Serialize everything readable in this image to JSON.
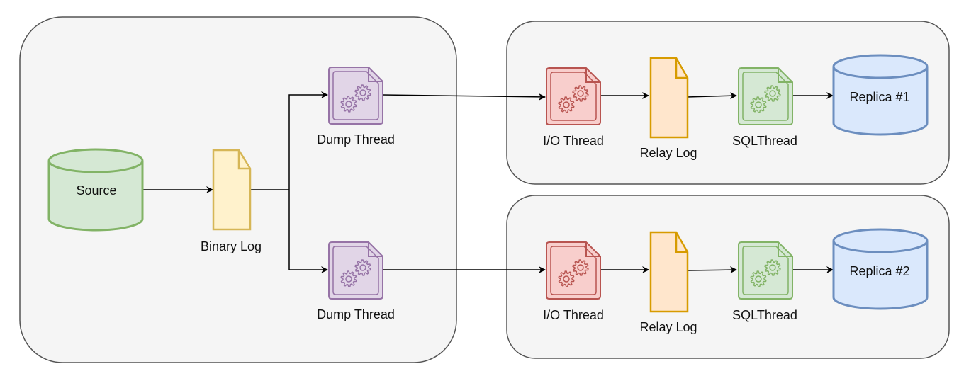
{
  "source": {
    "label": "Source"
  },
  "binary_log": {
    "label": "Binary Log"
  },
  "dump_threads": [
    {
      "label": "Dump Thread"
    },
    {
      "label": "Dump Thread"
    }
  ],
  "replicas": [
    {
      "io_thread": "I/O Thread",
      "relay_log": "Relay Log",
      "sql_thread": "SQLThread",
      "db": "Replica #1"
    },
    {
      "io_thread": "I/O Thread",
      "relay_log": "Relay Log",
      "sql_thread": "SQLThread",
      "db": "Replica #2"
    }
  ],
  "colors": {
    "group_fill": "#f5f5f5",
    "group_stroke": "#555555",
    "source_fill": "#d5e8d4",
    "source_stroke": "#82b366",
    "binlog_fill": "#fff2cc",
    "binlog_stroke": "#d6b656",
    "relay_fill": "#ffe6cc",
    "relay_stroke": "#d79b00",
    "dump_fill": "#e1d5e7",
    "dump_stroke": "#9673a6",
    "io_fill": "#f8cecc",
    "io_stroke": "#b85450",
    "sql_fill": "#d5e8d4",
    "sql_stroke": "#82b366",
    "replica_fill": "#dae8fc",
    "replica_stroke": "#6c8ebf"
  }
}
